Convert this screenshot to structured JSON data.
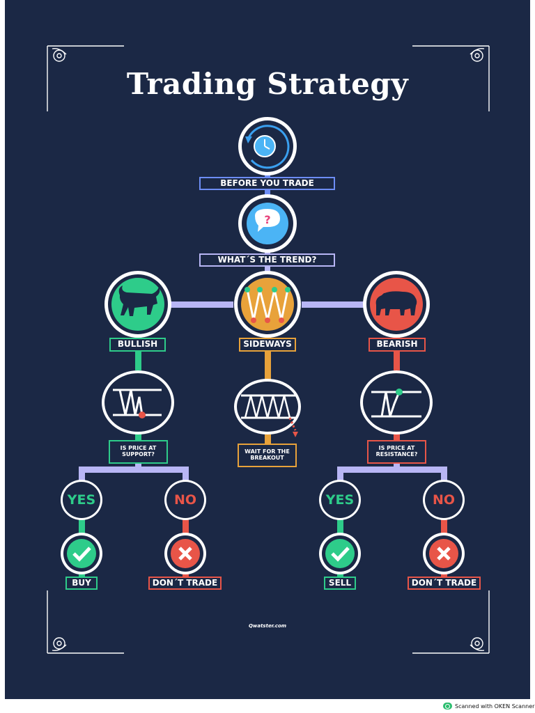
{
  "title": "Trading Strategy",
  "colors": {
    "background": "#1b2845",
    "connector": "#b8b6f5",
    "bullish": "#2ecc8a",
    "sideways": "#e8a23a",
    "bearish": "#e85548",
    "blue_step": "#6d8df5"
  },
  "nodes": {
    "before": {
      "label": "BEFORE YOU TRADE",
      "icon": "clock-icon"
    },
    "trend": {
      "label": "WHAT´S THE TREND?",
      "icon": "question-bubble-icon"
    },
    "bullish": {
      "label": "BULLISH",
      "icon": "bull-icon"
    },
    "sideways": {
      "label": "SIDEWAYS",
      "icon": "zigzag-chart-icon"
    },
    "bearish": {
      "label": "BEARISH",
      "icon": "bear-icon"
    },
    "support": {
      "label": "IS PRICE AT SUPPORT?",
      "icon": "support-chart-icon"
    },
    "breakout": {
      "label": "WAIT FOR THE BREAKOUT",
      "icon": "range-breakout-icon"
    },
    "resistance": {
      "label": "IS PRICE AT RESISTANCE?",
      "icon": "resistance-chart-icon"
    }
  },
  "outcomes": {
    "yes_bull": {
      "answer": "YES",
      "action": "BUY",
      "icon": "checkmark-icon"
    },
    "no_bull": {
      "answer": "NO",
      "action": "DON´T TRADE",
      "icon": "x-mark-icon"
    },
    "yes_bear": {
      "answer": "YES",
      "action": "SELL",
      "icon": "checkmark-icon"
    },
    "no_bear": {
      "answer": "NO",
      "action": "DON´T TRADE",
      "icon": "x-mark-icon"
    }
  },
  "footer": "Qwatster.com",
  "scanner": "Scanned with OKEN Scanner"
}
